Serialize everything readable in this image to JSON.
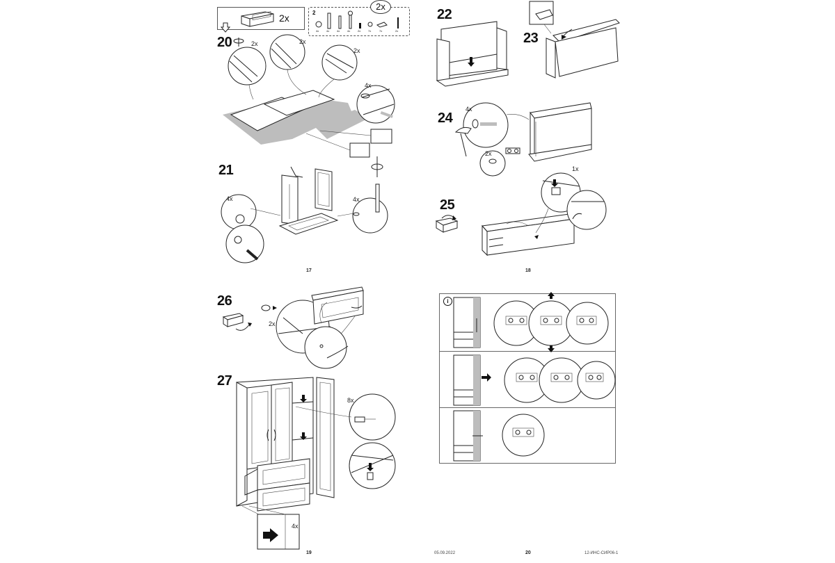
{
  "document": {
    "type": "assembly-instructions",
    "pages": [
      {
        "number": "17",
        "steps": [
          "20",
          "21"
        ]
      },
      {
        "number": "18",
        "steps": [
          "22",
          "23",
          "24",
          "25"
        ]
      },
      {
        "number": "19",
        "steps": [
          "26",
          "27"
        ]
      },
      {
        "number": "20",
        "steps": [
          "info-hinge-adjustment"
        ]
      }
    ]
  },
  "header": {
    "drawer_count": "2x",
    "parts_set_count": "2x",
    "parts_bag_number": "2",
    "parts": [
      {
        "icon": "cam-lock-icon",
        "qty": "4x"
      },
      {
        "icon": "dowel-screw-icon",
        "qty": "4x"
      },
      {
        "icon": "wood-dowel-icon",
        "qty": "4x"
      },
      {
        "icon": "long-bolt-icon",
        "qty": "4x"
      },
      {
        "icon": "short-screw-icon",
        "qty": "2x"
      },
      {
        "icon": "cam-nut-icon",
        "qty": "7x"
      },
      {
        "icon": "bracket-icon",
        "qty": "7x"
      },
      {
        "icon": "nail-icon",
        "qty": "2x"
      }
    ]
  },
  "steps": {
    "s20": {
      "label": "20",
      "callouts": [
        "2x",
        "2x",
        "2x",
        "4x"
      ]
    },
    "s21": {
      "label": "21",
      "callouts": [
        "4x",
        "4x"
      ]
    },
    "s22": {
      "label": "22"
    },
    "s23": {
      "label": "23"
    },
    "s24": {
      "label": "24",
      "callouts": [
        "4x",
        "2x"
      ]
    },
    "s25": {
      "label": "25",
      "callouts": [
        "1x"
      ]
    },
    "s26": {
      "label": "26",
      "callouts": [
        "2x"
      ]
    },
    "s27": {
      "label": "27",
      "callouts": [
        "8x",
        "4x"
      ]
    }
  },
  "info_panel": {
    "icon": "info-icon",
    "icon_text": "i",
    "rows": [
      "vertical-adjustment",
      "depth-adjustment",
      "horizontal-adjustment"
    ]
  },
  "page_numbers": {
    "p17": "17",
    "p18": "18",
    "p19": "19",
    "p20": "20"
  },
  "footer": {
    "date": "05.09.2022",
    "doc_code": "12-ИНС-СИР06-1"
  }
}
